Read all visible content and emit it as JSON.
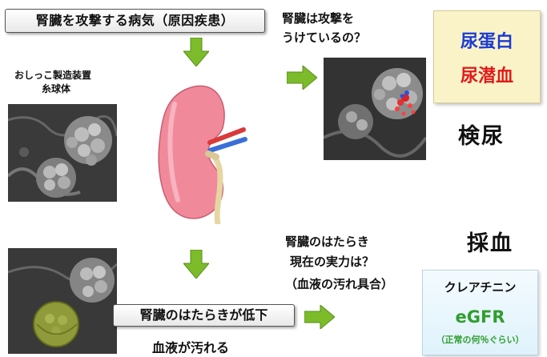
{
  "header": {
    "title": "腎臓を攻撃する病気（原因疾患）"
  },
  "glomerulus_label": {
    "line1": "おしっこ製造装置",
    "line2": "糸球体"
  },
  "question_attack": {
    "line1": "腎臓は攻撃を",
    "line2": "うけているの？"
  },
  "urine_box": {
    "protein": "尿蛋白",
    "occult_blood": "尿潜血"
  },
  "urinalysis_label": "検尿",
  "blood_test_label": "採血",
  "question_function": {
    "line1": "腎臓のはたらき",
    "line2": "現在の実力は？",
    "line3": "（血液の汚れ具合）"
  },
  "decline_box": {
    "text": "腎臓のはたらきが低下"
  },
  "blood_dirty": "血液が汚れる",
  "gfr_box": {
    "creatinine": "クレアチニン",
    "egfr": "eGFR",
    "egfr_note": "（正常の何％ぐらい）"
  },
  "colors": {
    "arrow_green": "#7cbb2a",
    "protein_blue": "#1a3bd6",
    "blood_red": "#e01a1a",
    "egfr_green": "#2f9e2f",
    "kidney_pink": "#f08a9b"
  }
}
